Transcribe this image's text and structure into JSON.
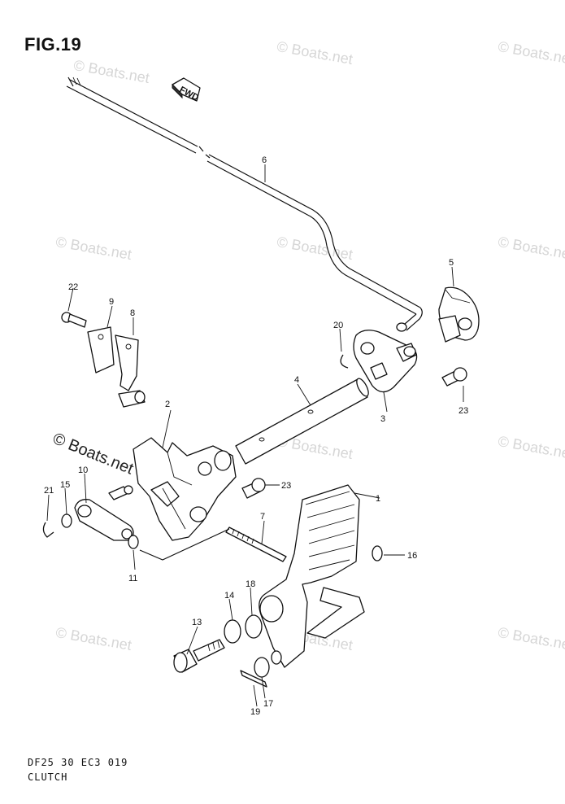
{
  "figure": {
    "title": "FIG.19",
    "model_code": "DF25 30 EC3  019",
    "section_name": "CLUTCH"
  },
  "watermark": {
    "text": "© Boats.net"
  },
  "direction_marker": {
    "label": "FWD"
  },
  "callouts": [
    {
      "id": "1",
      "label": "1"
    },
    {
      "id": "2",
      "label": "2"
    },
    {
      "id": "3",
      "label": "3"
    },
    {
      "id": "4",
      "label": "4"
    },
    {
      "id": "5",
      "label": "5"
    },
    {
      "id": "6",
      "label": "6"
    },
    {
      "id": "7",
      "label": "7"
    },
    {
      "id": "8",
      "label": "8"
    },
    {
      "id": "9",
      "label": "9"
    },
    {
      "id": "10",
      "label": "10"
    },
    {
      "id": "11",
      "label": "11"
    },
    {
      "id": "13",
      "label": "13"
    },
    {
      "id": "14",
      "label": "14"
    },
    {
      "id": "15",
      "label": "15"
    },
    {
      "id": "16",
      "label": "16"
    },
    {
      "id": "17",
      "label": "17"
    },
    {
      "id": "18",
      "label": "18"
    },
    {
      "id": "19",
      "label": "19"
    },
    {
      "id": "20",
      "label": "20"
    },
    {
      "id": "21",
      "label": "21"
    },
    {
      "id": "22",
      "label": "22"
    },
    {
      "id": "23a",
      "label": "23"
    },
    {
      "id": "23b",
      "label": "23"
    }
  ]
}
